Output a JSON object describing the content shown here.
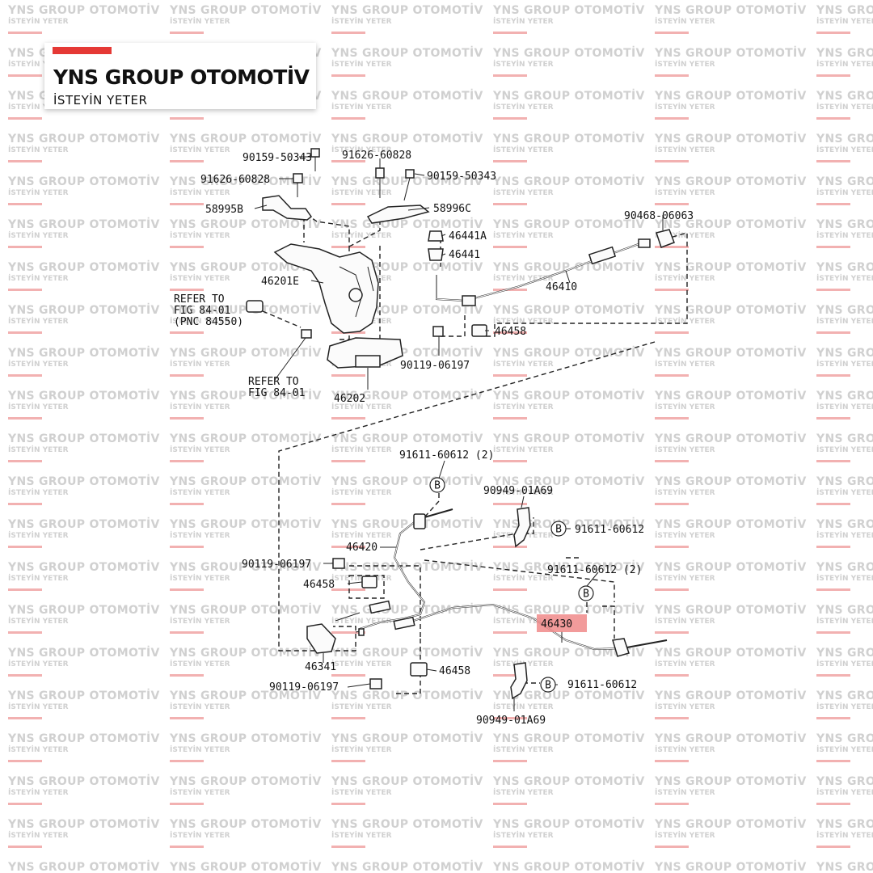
{
  "brand": {
    "title": "YNS GROUP OTOMOTİV",
    "subtitle": "İSTEYİN YETER",
    "accent_color": "#e53935"
  },
  "watermark": {
    "title": "YNS GROUP OTOMOTİV",
    "subtitle": "İSTEYİN YETER"
  },
  "diagram": {
    "highlight_color": "#f08a8a",
    "bolt_90159_50343_a": "90159-50343",
    "bolt_91626_60828_a": "91626-60828",
    "bracket_58995b": "58995B",
    "bolt_91626_60828_b": "91626-60828",
    "bolt_90159_50343_b": "90159-50343",
    "bracket_58996c": "58996C",
    "lever_46201e": "46201E",
    "ref1_line1": "REFER TO",
    "ref1_line2": "FIG 84-01",
    "ref1_line3": "(PNC 84550)",
    "ref2_line1": "REFER TO",
    "ref2_line2": "FIG 84-01",
    "bracket_46202": "46202",
    "nut_46441a": "46441A",
    "nut_46441": "46441",
    "cable_46410": "46410",
    "clip_90468_06063": "90468-06063",
    "clamp_46458_a": "46458",
    "bolt_90119_06197_a": "90119-06197",
    "bolt_91611_60612_2_a": "91611-60612 (2)",
    "bracket_90949_01a69_a": "90949-01A69",
    "bolt_91611_60612_a": "91611-60612",
    "cable_46420": "46420",
    "bolt_90119_06197_b": "90119-06197",
    "clamp_46458_b": "46458",
    "bolt_91611_60612_2_b": "91611-60612 (2)",
    "cable_46430": "46430",
    "equalizer_46341": "46341",
    "clamp_46458_c": "46458",
    "bolt_90119_06197_c": "90119-06197",
    "bolt_91611_60612_b": "91611-60612",
    "bracket_90949_01a69_b": "90949-01A69",
    "bolt_marker": "B"
  }
}
